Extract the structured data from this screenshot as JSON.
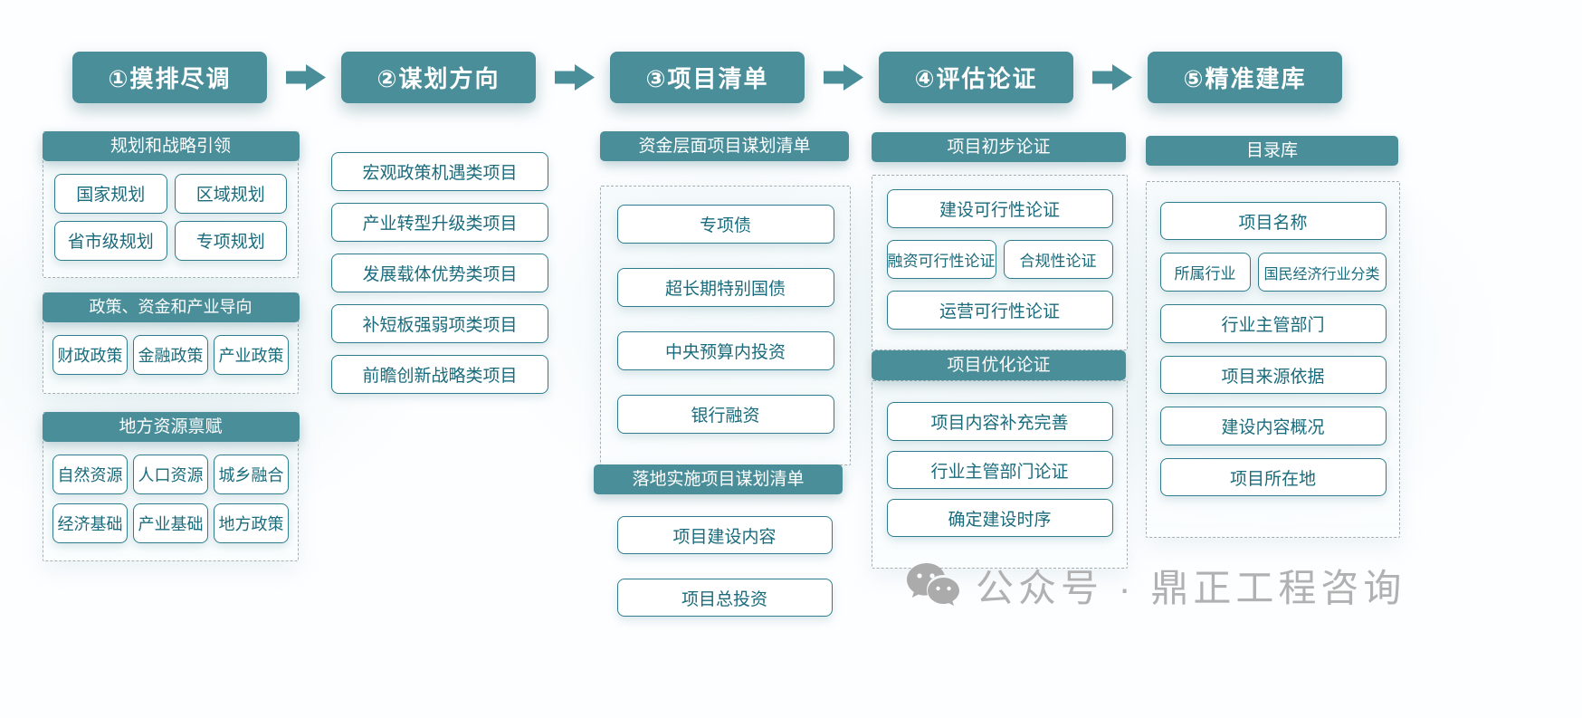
{
  "colors": {
    "teal_accent": "#4A8E9A",
    "item_border": "#2E7D8C",
    "item_text": "#1A6B7C",
    "dashed_border": "#A6AFB2",
    "watermark_gray": "#B1B1B1"
  },
  "steps": [
    {
      "label": "①摸排尽调"
    },
    {
      "label": "②谋划方向"
    },
    {
      "label": "③项目清单"
    },
    {
      "label": "④评估论证"
    },
    {
      "label": "⑤精准建库"
    }
  ],
  "column1": {
    "groups": [
      {
        "title": "规划和战略引领",
        "items": [
          "国家规划",
          "区域规划",
          "省市级规划",
          "专项规划"
        ]
      },
      {
        "title": "政策、资金和产业导向",
        "items": [
          "财政政策",
          "金融政策",
          "产业政策"
        ]
      },
      {
        "title": "地方资源禀赋",
        "items": [
          "自然资源",
          "人口资源",
          "城乡融合",
          "经济基础",
          "产业基础",
          "地方政策"
        ]
      }
    ]
  },
  "column2": {
    "items": [
      "宏观政策机遇类项目",
      "产业转型升级类项目",
      "发展载体优势类项目",
      "补短板强弱项类项目",
      "前瞻创新战略类项目"
    ]
  },
  "column3": {
    "sections": [
      {
        "title": "资金层面项目谋划清单",
        "items": [
          "专项债",
          "超长期特别国债",
          "中央预算内投资",
          "银行融资"
        ]
      },
      {
        "title": "落地实施项目谋划清单",
        "items": [
          "项目建设内容",
          "项目总投资"
        ]
      }
    ]
  },
  "column4": {
    "sections": [
      {
        "title": "项目初步论证",
        "rows": [
          [
            "建设可行性论证"
          ],
          [
            "融资可行性论证",
            "合规性论证"
          ],
          [
            "运营可行性论证"
          ]
        ]
      },
      {
        "title": "项目优化论证",
        "rows": [
          [
            "项目内容补充完善"
          ],
          [
            "行业主管部门论证"
          ],
          [
            "确定建设时序"
          ]
        ]
      }
    ]
  },
  "column5": {
    "title": "目录库",
    "rows": [
      [
        "项目名称"
      ],
      [
        "所属行业",
        "国民经济行业分类"
      ],
      [
        "行业主管部门"
      ],
      [
        "项目来源依据"
      ],
      [
        "建设内容概况"
      ],
      [
        "项目所在地"
      ]
    ]
  },
  "watermark": {
    "icon": "wechat-icon",
    "text": "公众号 · 鼎正工程咨询"
  }
}
